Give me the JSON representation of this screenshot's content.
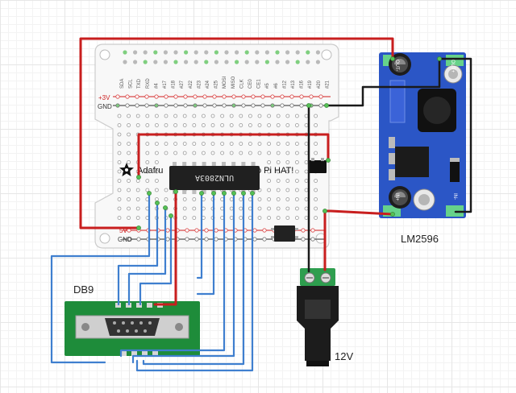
{
  "hat": {
    "brand_text": "Adafru",
    "title_suffix": "o Pi HAT!",
    "rail_3v": "+3V",
    "rail_gnd": "GND",
    "rail_5v": "5V",
    "rail_gnd_bottom": "GND",
    "pin_labels": [
      "SDA",
      "SCL",
      "TXD",
      "RXD",
      "#4",
      "#17",
      "#18",
      "#27",
      "#22",
      "#23",
      "#24",
      "#25",
      "MOSI",
      "MISO",
      "CLK",
      "CE0",
      "CE1",
      "#5",
      "#6",
      "#12",
      "#13",
      "#16",
      "#19",
      "#20",
      "#21"
    ]
  },
  "ic": {
    "label": "ULN2803A"
  },
  "regulator": {
    "name": "LM2596",
    "out_plus": "OUT+",
    "out_minus": "OUT-",
    "in_plus": "IN+",
    "in_minus": "IN-"
  },
  "connector": {
    "name": "DB9"
  },
  "power_jack": {
    "voltage": "12V"
  },
  "colors": {
    "wire_red": "#c81e1e",
    "wire_black": "#1a1a1a",
    "wire_blue": "#3f7fcf",
    "board_white": "#f7f7f7",
    "regulator_blue": "#2b56c6",
    "db9_green": "#1e8c3a"
  }
}
